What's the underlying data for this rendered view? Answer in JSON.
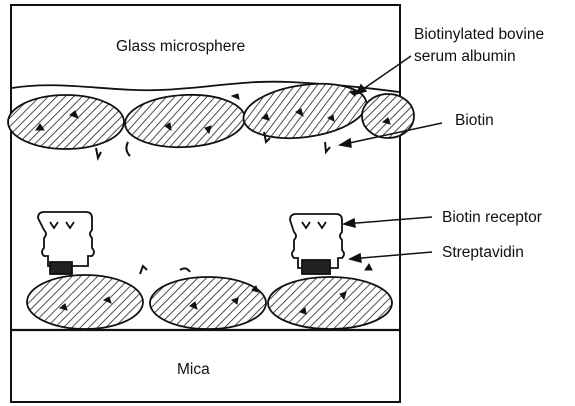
{
  "labels": {
    "glass": "Glass microsphere",
    "mica": "Mica",
    "bsa_line1": "Biotinylated bovine",
    "bsa_line2": "serum albumin",
    "biotin": "Biotin",
    "receptor": "Biotin receptor",
    "streptavidin": "Streptavidin"
  }
}
